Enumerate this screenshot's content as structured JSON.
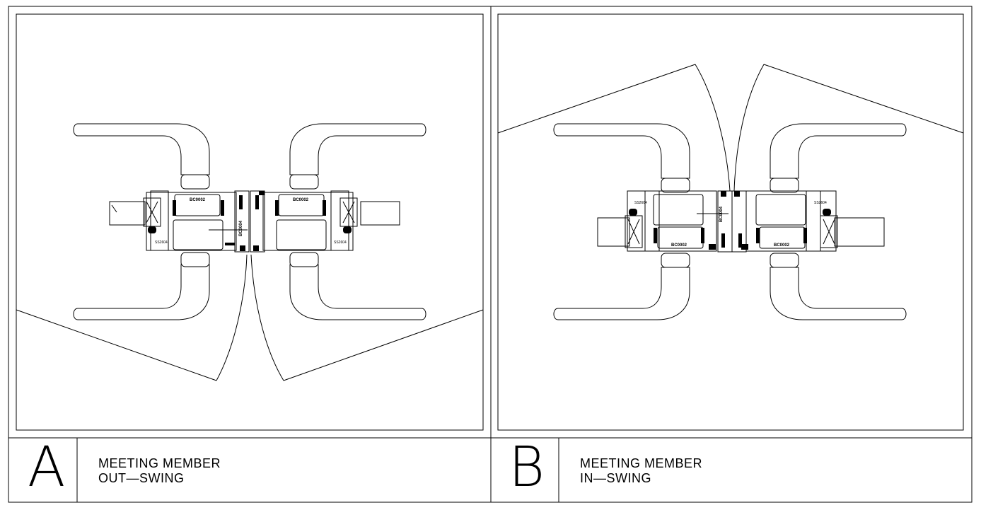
{
  "details": [
    {
      "letter": "A",
      "line1": "MEETING MEMBER",
      "line2": "OUT—SWING",
      "swing": "out",
      "part_labels": {
        "sill": "BC0002",
        "mullion": "BC0004",
        "glazing": "SS2604"
      }
    },
    {
      "letter": "B",
      "line1": "MEETING MEMBER",
      "line2": "IN—SWING",
      "swing": "in",
      "part_labels": {
        "sill": "BC0002",
        "mullion": "BC0004",
        "glazing": "SS2604"
      }
    }
  ],
  "colors": {
    "line": "#000000",
    "background": "#ffffff",
    "handle_fill": "#ffffff"
  }
}
